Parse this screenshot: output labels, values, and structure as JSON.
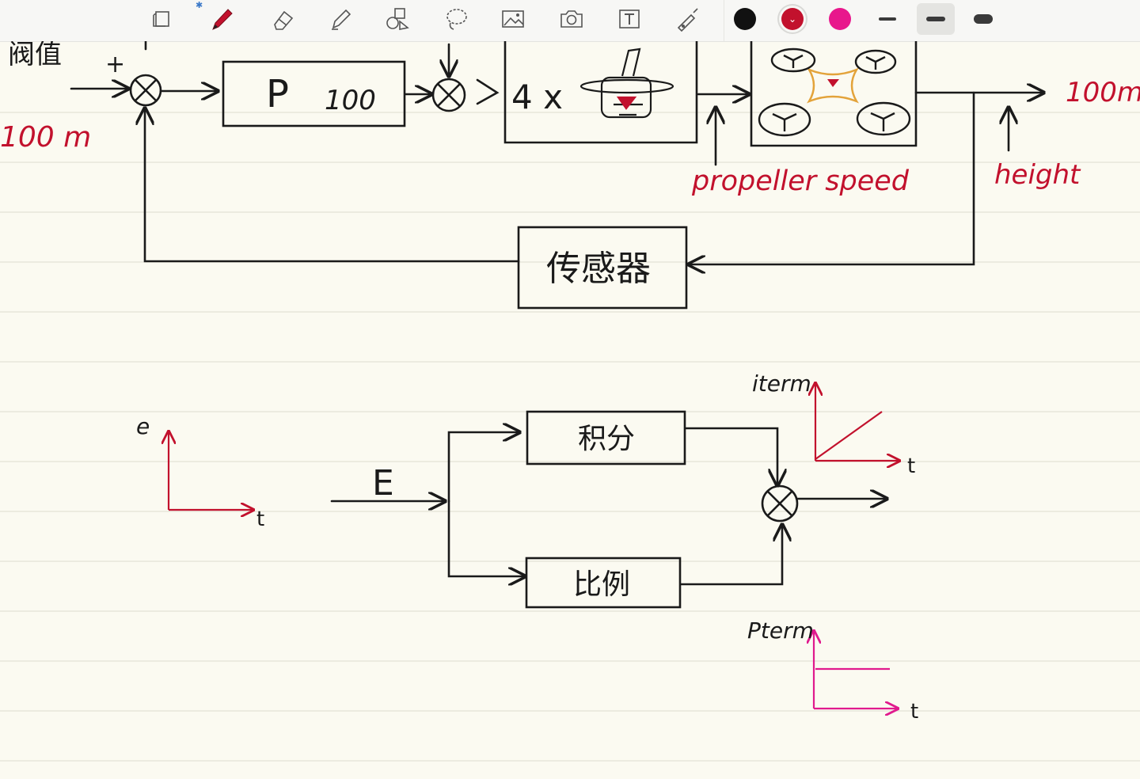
{
  "toolbar": {
    "tools": [
      {
        "name": "pages-icon",
        "selected": false
      },
      {
        "name": "pen-icon",
        "selected": true
      },
      {
        "name": "eraser-icon",
        "selected": false
      },
      {
        "name": "highlighter-icon",
        "selected": false
      },
      {
        "name": "shapes-icon",
        "selected": false
      },
      {
        "name": "lasso-icon",
        "selected": false
      },
      {
        "name": "image-icon",
        "selected": false
      },
      {
        "name": "camera-icon",
        "selected": false
      },
      {
        "name": "text-box-icon",
        "selected": false
      },
      {
        "name": "laser-pointer-icon",
        "selected": false
      }
    ],
    "bluetooth_glyph": "✱",
    "colors": [
      {
        "hex": "#111111",
        "selected": false
      },
      {
        "hex": "#c2112d",
        "selected": true
      },
      {
        "hex": "#e8178c",
        "selected": false
      }
    ],
    "stroke_widths": [
      "thin",
      "medium",
      "thick"
    ],
    "selected_stroke": "medium"
  },
  "colors": {
    "black_ink": "#1a1a1a",
    "red_ink": "#c2112d",
    "magenta_ink": "#e01a8e",
    "orange_ink": "#e3a33a",
    "paper": "#fbfaf1",
    "rule_line": "#e4e2d6"
  },
  "diagram_top": {
    "setpoint_chinese": "阀值",
    "setpoint_value": "100 m",
    "sum_sign": "+",
    "controller_label": "P",
    "controller_gain": "100",
    "motor_count": "4 x",
    "propeller_label": "propeller speed",
    "output_value": "100m",
    "height_label": "height",
    "sensor_label": "传感器"
  },
  "diagram_bottom": {
    "error_axis_label": "e",
    "time_label": "t",
    "input_label": "E",
    "integral_label": "积分",
    "proportional_label": "比例",
    "iterm_label": "iterm",
    "pterm_label": "Pterm"
  }
}
